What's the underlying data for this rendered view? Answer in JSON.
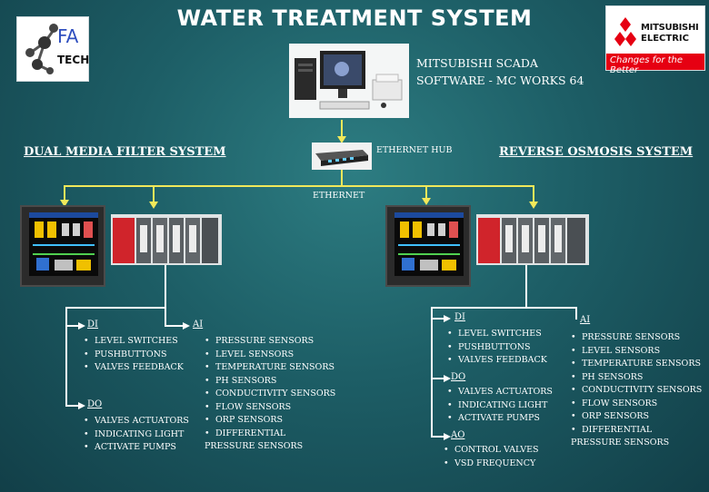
{
  "title": "WATER TREATMENT SYSTEM",
  "logos": {
    "fa_tech_text": [
      "FA",
      "TECH"
    ],
    "mitsubishi_text": [
      "MITSUBISHI",
      "ELECTRIC"
    ],
    "mitsubishi_tagline": "Changes for the Better"
  },
  "scada": {
    "line1": "MITSUBISHI SCADA",
    "line2": "SOFTWARE - MC WORKS 64"
  },
  "hub_label": "ETHERNET HUB",
  "ethernet_label": "ETHERNET",
  "left_system": {
    "heading": "DUAL MEDIA FILTER SYSTEM",
    "di": {
      "label": "DI",
      "items": [
        "LEVEL SWITCHES",
        "PUSHBUTTONS",
        "VALVES FEEDBACK"
      ]
    },
    "do": {
      "label": "DO",
      "items": [
        "VALVES ACTUATORS",
        "INDICATING LIGHT",
        "ACTIVATE PUMPS"
      ]
    },
    "ai": {
      "label": "AI",
      "items": [
        "PRESSURE SENSORS",
        "LEVEL SENSORS",
        "TEMPERATURE SENSORS",
        "PH SENSORS",
        "CONDUCTIVITY SENSORS",
        "FLOW SENSORS",
        "ORP SENSORS",
        "DIFFERENTIAL PRESSURE SENSORS"
      ]
    }
  },
  "right_system": {
    "heading": "REVERSE OSMOSIS SYSTEM",
    "di": {
      "label": "DI",
      "items": [
        "LEVEL SWITCHES",
        "PUSHBUTTONS",
        "VALVES FEEDBACK"
      ]
    },
    "do": {
      "label": "DO",
      "items": [
        "VALVES ACTUATORS",
        "INDICATING LIGHT",
        "ACTIVATE PUMPS"
      ]
    },
    "ao": {
      "label": "AO",
      "items": [
        "CONTROL VALVES",
        "VSD FREQUENCY"
      ]
    },
    "ai": {
      "label": "AI",
      "items": [
        "PRESSURE SENSORS",
        "LEVEL SENSORS",
        "TEMPERATURE SENSORS",
        "PH SENSORS",
        "CONDUCTIVITY SENSORS",
        "FLOW SENSORS",
        "ORP SENSORS",
        "DIFFERENTIAL PRESSURE SENSORS"
      ]
    }
  },
  "colors": {
    "background": "#1d5e66",
    "network_line": "#f2e85a",
    "io_line": "#ffffff",
    "mitsubishi_red": "#e60012"
  }
}
